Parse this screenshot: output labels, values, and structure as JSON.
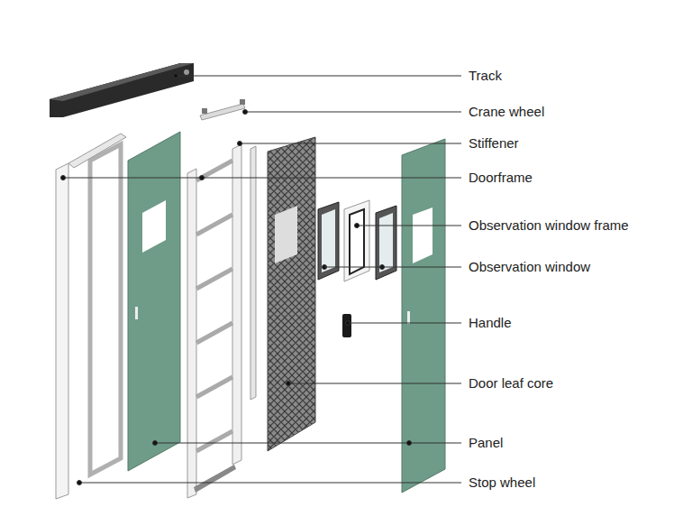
{
  "diagram": {
    "labels": [
      "Track",
      "Crane wheel",
      "Stiffener",
      "Doorframe",
      "Observation window frame",
      "Observation window",
      "Handle",
      "Door leaf core",
      "Panel",
      "Stop wheel"
    ]
  }
}
